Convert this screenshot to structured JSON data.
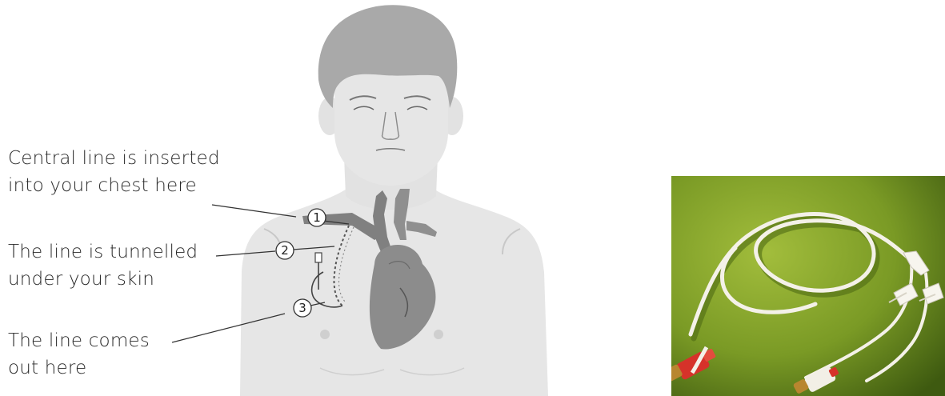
{
  "labels": {
    "inserted": [
      "Central line is inserted",
      "into your chest here"
    ],
    "tunnelled": [
      "The line is tunnelled",
      "under your skin"
    ],
    "exit": [
      "The line comes",
      "out here"
    ]
  },
  "markers": [
    "1",
    "2",
    "3"
  ],
  "colors": {
    "figure_light": "#e6e6e6",
    "hair": "#a9a9a9",
    "vessels": "#808080",
    "heart": "#8c8c8c",
    "photo_background": "#7a9a25",
    "catheter": "#f4f1e8",
    "connector_red": "#d6322a"
  }
}
